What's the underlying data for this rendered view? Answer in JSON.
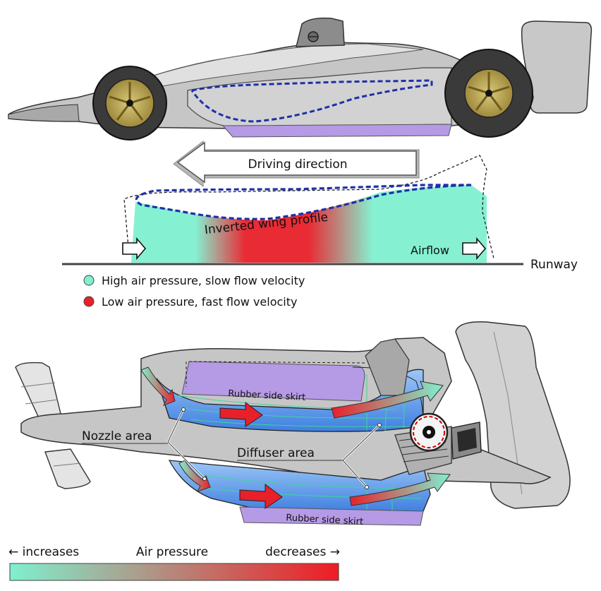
{
  "labels": {
    "driving_direction": "Driving direction",
    "inverted_wing_profile": "Inverted wing profile",
    "airflow": "Airflow",
    "runway": "Runway",
    "rubber_side_skirt_top": "Rubber side skirt",
    "rubber_side_skirt_bottom": "Rubber side skirt",
    "nozzle_area": "Nozzle area",
    "diffuser_area": "Diffuser area"
  },
  "legend": {
    "high_pressure": "High air pressure, slow flow velocity",
    "low_pressure": "Low air pressure, fast flow velocity"
  },
  "scale": {
    "left": "← increases",
    "middle": "Air pressure",
    "right": "decreases →"
  },
  "colors": {
    "high_pressure": "#7ff0cf",
    "low_pressure": "#e8202a",
    "body_grey": "#c8c8c8",
    "skirt_purple": "#b59ae6",
    "underbody_blue": "#6aa3ee",
    "profile_dash": "#1f2fa8"
  }
}
